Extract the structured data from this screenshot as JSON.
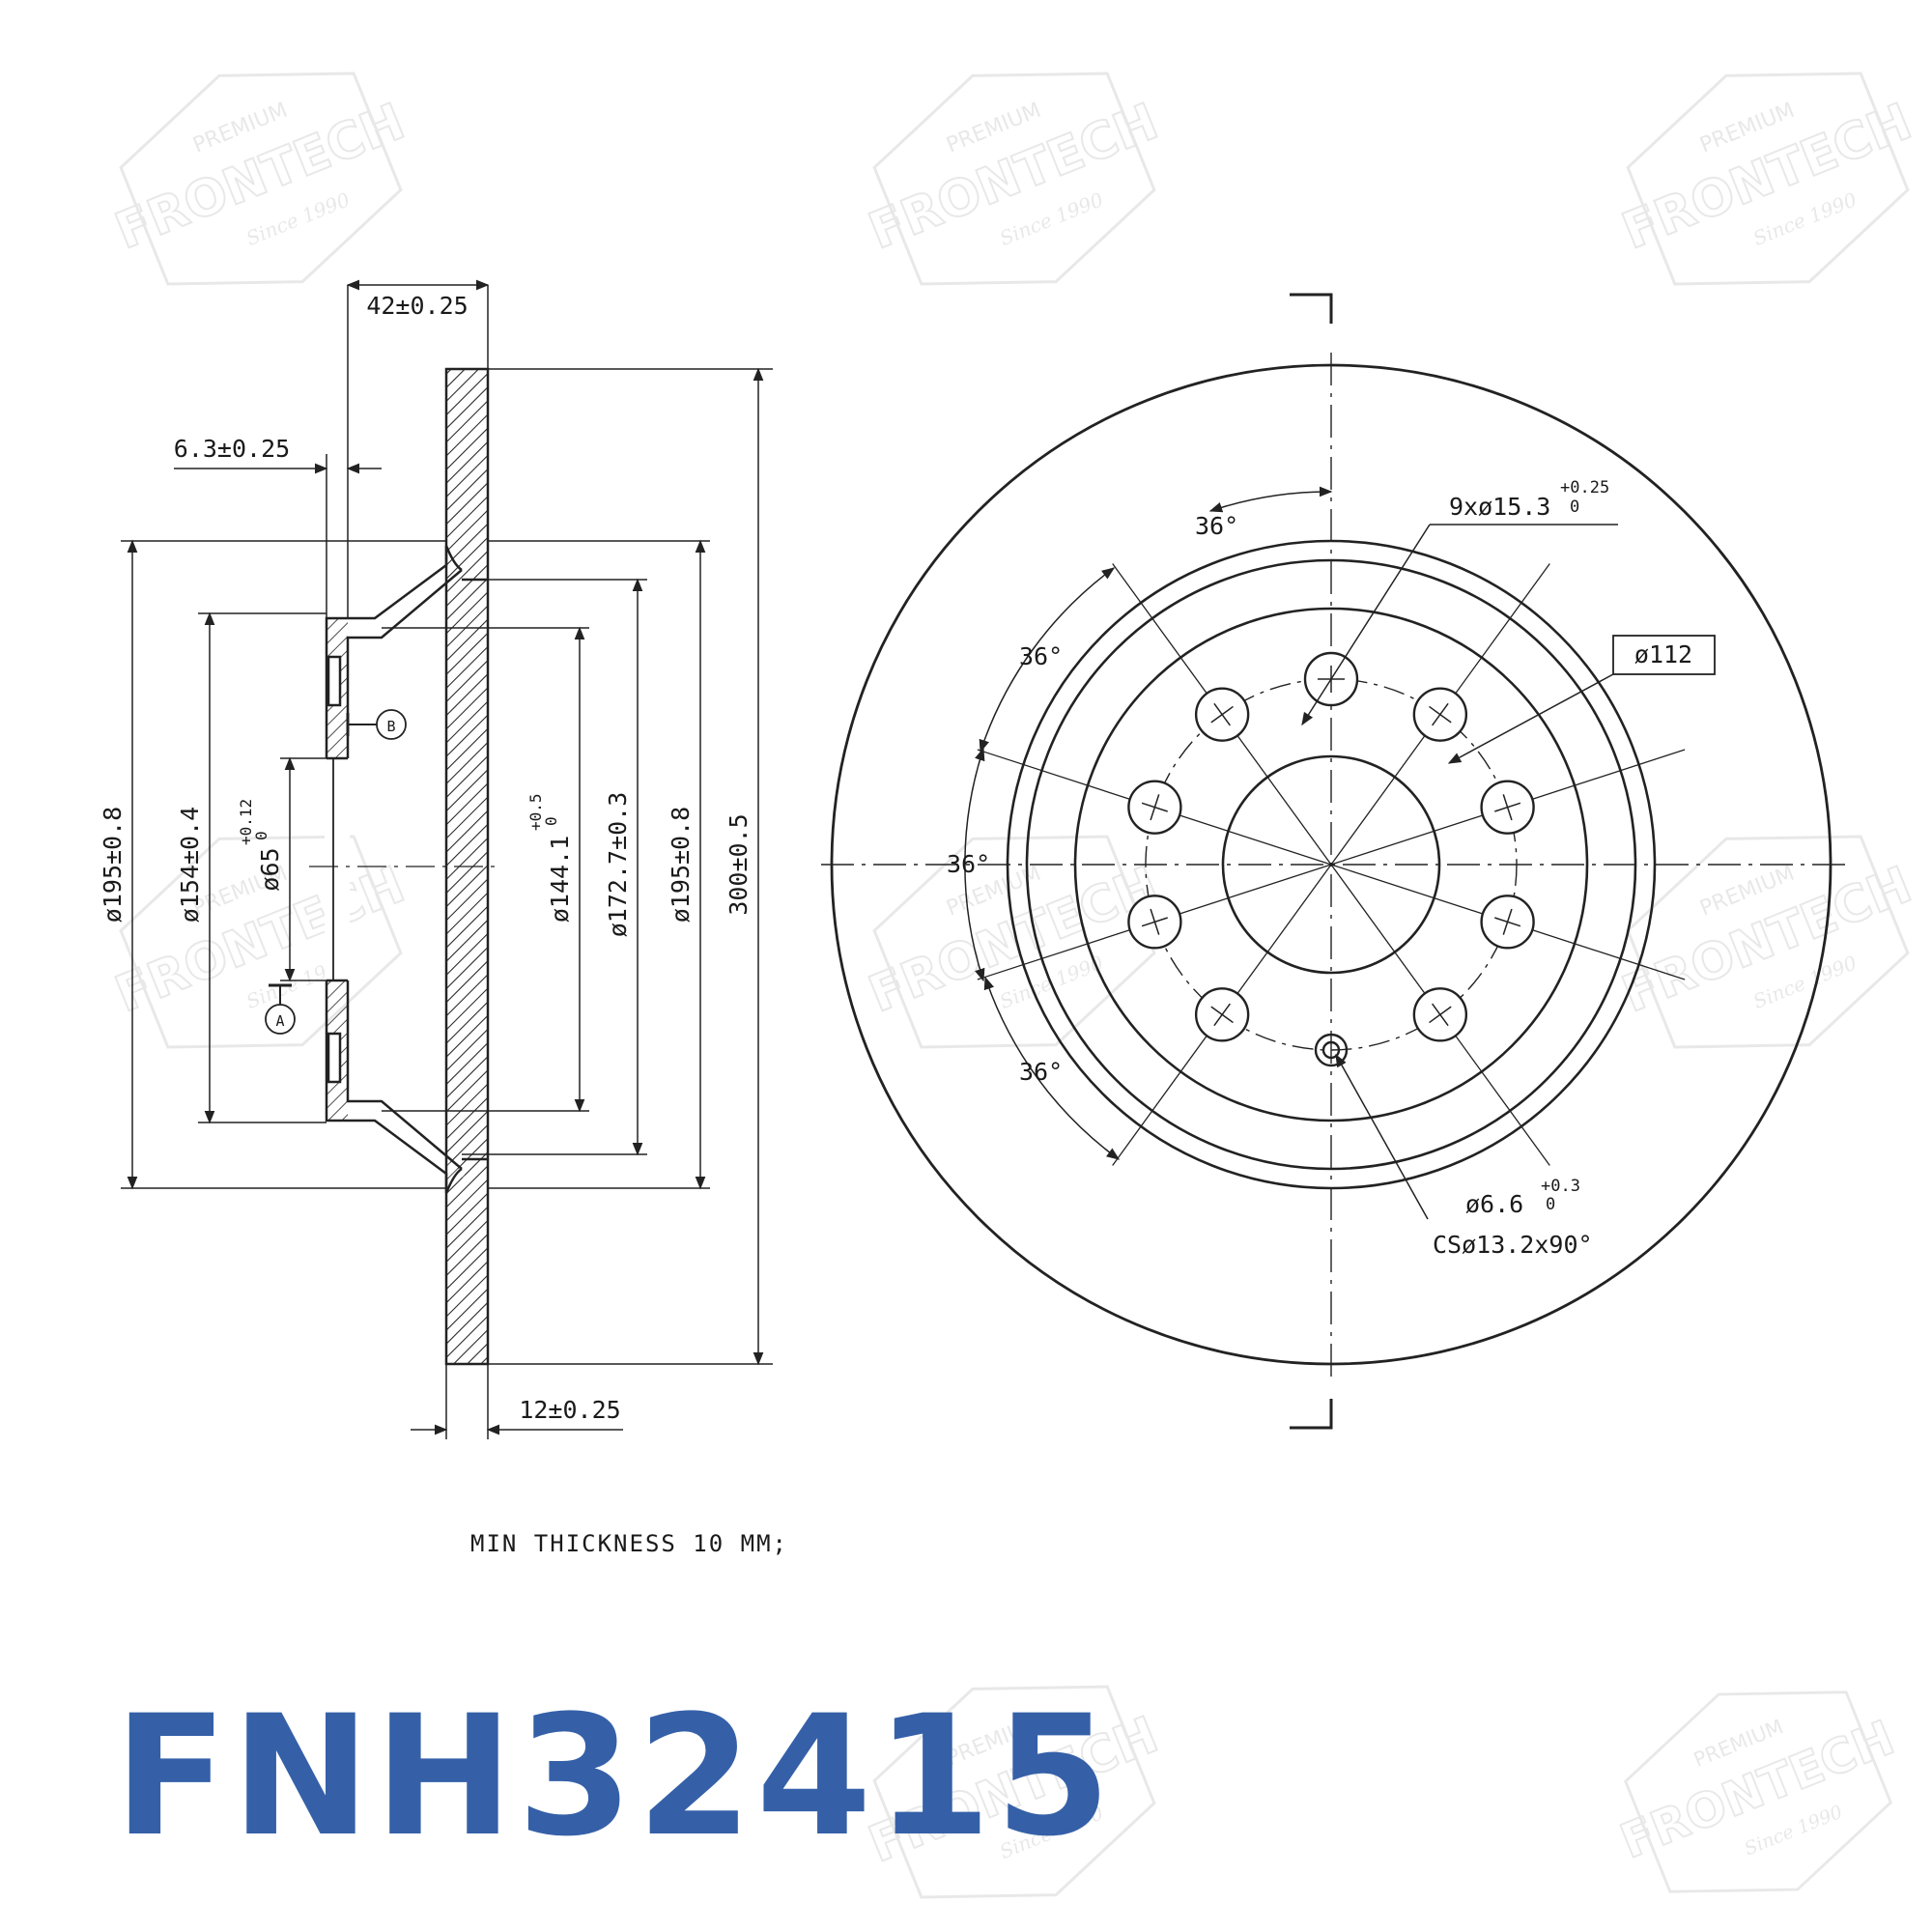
{
  "part_number": "FNH32415",
  "brand_color": "#3560a8",
  "watermark": {
    "top": "PREMIUM",
    "main": "FRONTECH",
    "bottom": "Since 1990"
  },
  "side_view": {
    "hat_depth": "42±0.25",
    "hub_thickness": "6.3±0.25",
    "disc_thickness": "12±0.25",
    "dia_195_left": "ø195±0.8",
    "dia_154": "ø154±0.4",
    "dia_65_base": "ø65",
    "dia_65_tol_upper": "+0.12",
    "dia_65_tol_lower": "0",
    "dia_144_base": "ø144.1",
    "dia_144_tol_upper": "+0.5",
    "dia_144_tol_lower": "0",
    "dia_172": "ø172.7±0.3",
    "dia_195_right": "ø195±0.8",
    "dia_300": "300±0.5",
    "datum_a": "A",
    "datum_b": "B"
  },
  "front_view": {
    "angle_top": "36°",
    "angle_upper_left": "36°",
    "angle_left": "36°",
    "angle_lower_left": "36°",
    "bolt_holes_base": "9xø15.3",
    "bolt_holes_tol_upper": "+0.25",
    "bolt_holes_tol_lower": "0",
    "pcd_box": "ø112",
    "screw_hole_base": "ø6.6",
    "screw_hole_tol_upper": "+0.3",
    "screw_hole_tol_lower": "0",
    "countersink": "CSø13.2x90°",
    "bolt_hole_count": 9
  },
  "note": "MIN THICKNESS 10 MM;"
}
